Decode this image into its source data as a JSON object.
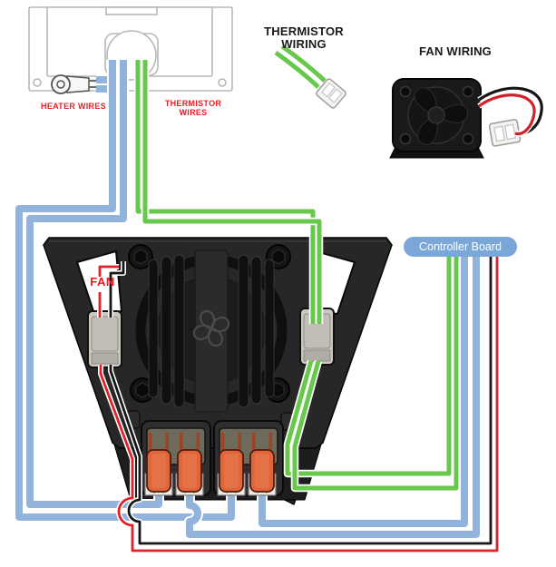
{
  "diagram": {
    "insets": {
      "thermistor": {
        "title": "THERMISTOR WIRING"
      },
      "fan": {
        "title": "FAN WIRING"
      }
    },
    "hotend": {
      "heater_label": "HEATER WIRES",
      "thermistor_label": "THERMISTOR WIRES"
    },
    "assembly": {
      "fan_label": "FAN"
    },
    "controller": {
      "label": "Controller Board"
    },
    "colors": {
      "heater_wire_blue": "#92b3dc",
      "thermistor_wire_green": "#68c84b",
      "fan_wire_red": "#e02128",
      "fan_wire_black": "#161616",
      "label_red": "#ed1c24",
      "controller_board_fill": "#7aa6d8",
      "controller_board_text": "#ffffff",
      "wago_orange": "#e0653c",
      "connector_gray": "#cbc8c2",
      "assembly_black": "#272727"
    }
  }
}
